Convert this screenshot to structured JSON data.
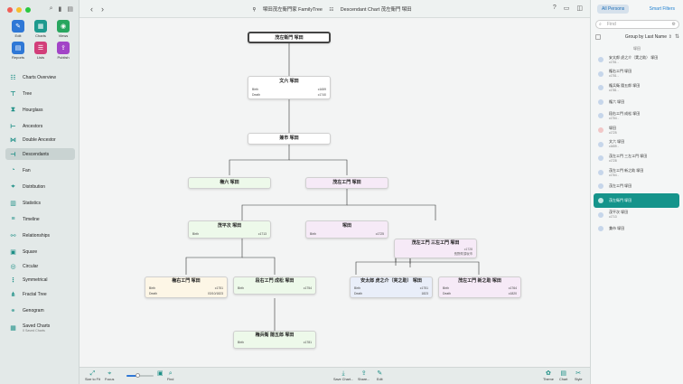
{
  "app": {
    "window_title": "塚田茂左衛門家 FamilyTree",
    "chart_title": "Descendant Chart 茂左衛門 塚田"
  },
  "toolbar": {
    "edit": "Edit",
    "charts": "Charts",
    "views": "Views",
    "reports": "Reports",
    "lists": "Lists",
    "publish": "Publish"
  },
  "sidebar": {
    "items": [
      {
        "label": "Charts Overview",
        "icon": "charts-overview-icon"
      },
      {
        "label": "Tree",
        "icon": "tree-icon"
      },
      {
        "label": "Hourglass",
        "icon": "hourglass-icon"
      },
      {
        "label": "Ancestors",
        "icon": "ancestors-icon"
      },
      {
        "label": "Double Ancestor",
        "icon": "double-ancestor-icon"
      },
      {
        "label": "Descendants",
        "icon": "descendants-icon"
      },
      {
        "label": "Fan",
        "icon": "fan-icon"
      },
      {
        "label": "Distribution",
        "icon": "distribution-icon"
      },
      {
        "label": "Statistics",
        "icon": "statistics-icon"
      },
      {
        "label": "Timeline",
        "icon": "timeline-icon"
      },
      {
        "label": "Relationships",
        "icon": "relationships-icon"
      },
      {
        "label": "Square",
        "icon": "square-icon"
      },
      {
        "label": "Circular",
        "icon": "circular-icon"
      },
      {
        "label": "Symmetrical",
        "icon": "symmetrical-icon"
      },
      {
        "label": "Fractal Tree",
        "icon": "fractal-tree-icon"
      },
      {
        "label": "Genogram",
        "icon": "genogram-icon"
      },
      {
        "label": "Saved Charts",
        "icon": "saved-charts-icon"
      }
    ],
    "saved_charts_sub": "0 Saved Charts"
  },
  "chart": {
    "nodes": [
      {
        "id": "n1",
        "name": "茂左衛門 塚田"
      },
      {
        "id": "n2",
        "name": "文六 塚田",
        "birth_label": "Birth",
        "birth": "c1659",
        "death_label": "Death",
        "death": "c1740"
      },
      {
        "id": "n3",
        "name": "兼市 塚田"
      },
      {
        "id": "n4",
        "name": "権六 塚田"
      },
      {
        "id": "n5",
        "name": "茂左エ門 塚田"
      },
      {
        "id": "n6",
        "name": "茂平次 塚田",
        "birth_label": "Birth",
        "birth": "c1713"
      },
      {
        "id": "n7",
        "name": "塚田",
        "birth_label": "Birth",
        "birth": "c1725"
      },
      {
        "id": "n8",
        "name": "茂左エ門 三左エ門 塚田",
        "birth": "c1728",
        "note": "長野県須坂市"
      },
      {
        "id": "n9",
        "name": "権右エ門 塚田",
        "birth_label": "Birth",
        "birth": "c1751",
        "death_label": "Death",
        "death": "03/10/1823"
      },
      {
        "id": "n10",
        "name": "段右エ門 成松 塚田",
        "birth_label": "Birth",
        "birth": "c1754"
      },
      {
        "id": "n11",
        "name": "安太郎 虎之介（実之助） 塚田",
        "birth_label": "Birth",
        "birth": "c1751",
        "death_label": "Death",
        "death": "1823"
      },
      {
        "id": "n12",
        "name": "茂左エ門 新之助 塚田",
        "birth_label": "Birth",
        "birth": "c1764",
        "death_label": "Death",
        "death": "c1820"
      },
      {
        "id": "n13",
        "name": "権兵衛 隠五郎 塚田",
        "birth_label": "Birth",
        "birth": "c1781"
      }
    ]
  },
  "bottombar": {
    "size_to_fit": "Size to Fit",
    "focus": "Focus",
    "find": "Find",
    "save_chart": "Save Chart...",
    "share": "Share...",
    "edit": "Edit",
    "theme": "Theme",
    "chart": "Chart",
    "style": "Style"
  },
  "panel": {
    "tab_all": "All Persons",
    "tab_smart": "Smart Filters",
    "find_placeholder": "Find",
    "group_by": "Group by Last Name",
    "section": "塚田",
    "persons": [
      {
        "name": "安太郎 虎之介（実之助） 塚田",
        "date": "c1751 -"
      },
      {
        "name": "権右エ門 塚田",
        "date": "c1751 -"
      },
      {
        "name": "権兵衛 隠五郎 塚田",
        "date": "c1781 -"
      },
      {
        "name": "権六 塚田",
        "date": ""
      },
      {
        "name": "段右エ門 成松 塚田",
        "date": "c1754 -"
      },
      {
        "name": "塚田",
        "date": "c1725"
      },
      {
        "name": "文六 塚田",
        "date": "c1659 -"
      },
      {
        "name": "茂左エ門 三左エ門 塚田",
        "date": "c1728"
      },
      {
        "name": "茂左エ門 新之助 塚田",
        "date": "c1764 -"
      },
      {
        "name": "茂左エ門 塚田",
        "date": ""
      },
      {
        "name": "茂左衛門 塚田",
        "date": ""
      },
      {
        "name": "茂平次 塚田",
        "date": "c1713"
      },
      {
        "name": "兼市 塚田",
        "date": ""
      }
    ],
    "selected_index": 10,
    "pink_index": 5
  },
  "colors": {
    "accent": "#15948b",
    "link": "#1d7fd0",
    "card_green": "#edf9ea",
    "card_pink": "#f6eaf7",
    "card_yellow": "#fdf6e6",
    "card_blue": "#e9eef9"
  }
}
